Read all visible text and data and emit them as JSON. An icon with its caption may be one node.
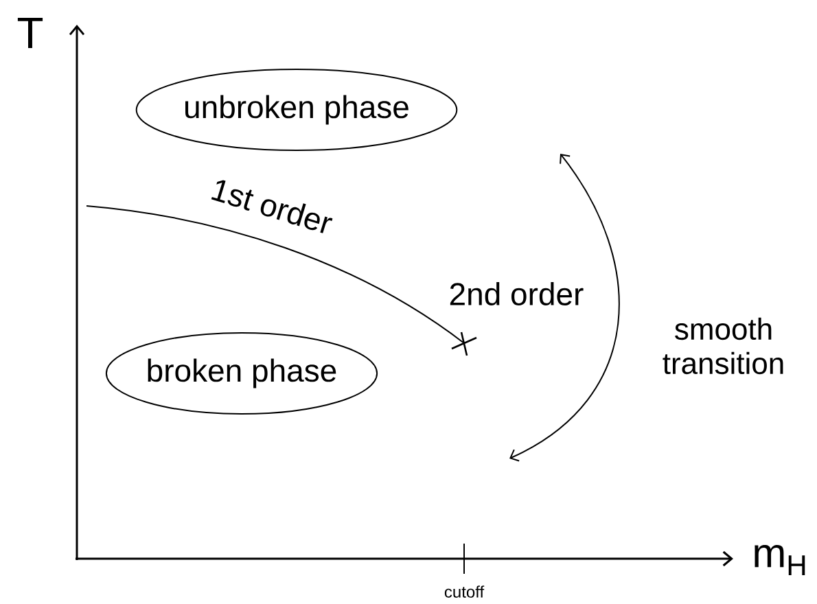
{
  "diagram": {
    "nodes": [
      {
        "text": [
          "unbroken phase"
        ]
      },
      {
        "text": [
          "broken phase"
        ]
      }
    ],
    "labels": [
      "T",
      "m$_{H}$",
      "1st order",
      "2nd order",
      "smooth transition",
      "cutoff"
    ]
  }
}
